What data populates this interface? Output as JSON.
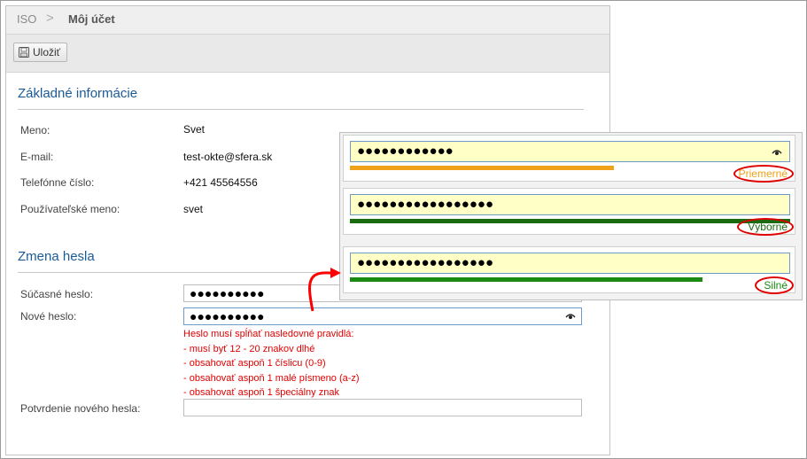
{
  "breadcrumb": {
    "root": "ISO",
    "separator": ">",
    "current": "Môj účet"
  },
  "toolbar": {
    "save_label": "Uložiť",
    "save_icon": "floppy-disk-icon"
  },
  "basic_info": {
    "title": "Základné informácie",
    "fields": [
      {
        "label": "Meno:",
        "value": "Svet"
      },
      {
        "label": "E-mail:",
        "value": "test-okte@sfera.sk"
      },
      {
        "label": "Telefónne číslo:",
        "value": "+421 45564556"
      },
      {
        "label": "Používateľské meno:",
        "value": "svet"
      }
    ]
  },
  "password_change": {
    "title": "Zmena hesla",
    "current_label": "Súčasné heslo:",
    "current_value": "●●●●●●●●●●",
    "new_label": "Nové heslo:",
    "new_value": "●●●●●●●●●●",
    "confirm_label": "Potvrdenie nového hesla:",
    "confirm_value": "",
    "rules_title": "Heslo musí spĺňať nasledovné pravidlá:",
    "rules": [
      "- musí byť 12 - 20 znakov dlhé",
      "- obsahovať aspoň 1 číslicu (0-9)",
      "- obsahovať aspoň 1 malé písmeno (a-z)",
      "- obsahovať aspoň 1 špeciálny znak"
    ]
  },
  "strength_examples": [
    {
      "value": "●●●●●●●●●●●●",
      "level": "Priemerné",
      "bar_fraction": 0.6,
      "color": "#f0a21b"
    },
    {
      "value": "●●●●●●●●●●●●●●●●●",
      "level": "Výborné",
      "bar_fraction": 1.0,
      "color": "#1a6b10"
    },
    {
      "value": "●●●●●●●●●●●●●●●●●",
      "level": "Silné",
      "bar_fraction": 0.8,
      "color": "#1a8a10"
    }
  ],
  "colors": {
    "accent": "#1a5a96",
    "error": "#e10000",
    "highlight_field": "#ffffc6"
  }
}
